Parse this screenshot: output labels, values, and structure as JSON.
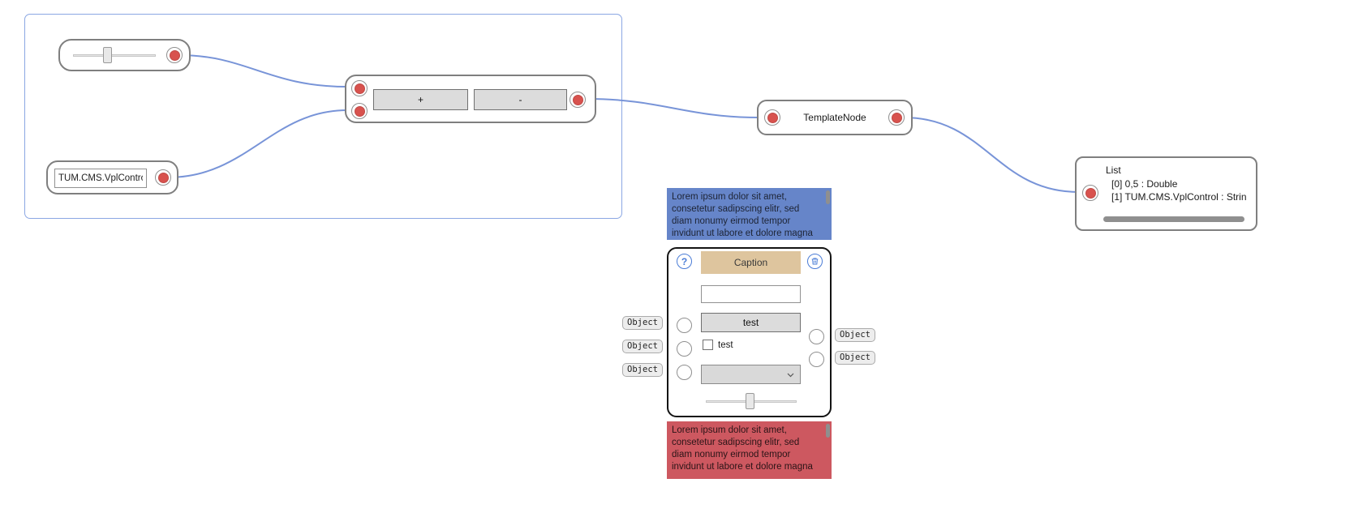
{
  "colors": {
    "wire": "#7894d8",
    "port_red": "#d8524e",
    "node_border": "#7f7f7f",
    "caption_bar_tan": "#dec59e",
    "comment_blue_bg": "#6685c9",
    "comment_red_bg": "#cd5860",
    "region_border": "#8ba7e3",
    "icon_blue": "#4a7cd6"
  },
  "nodes": {
    "slider_node": {
      "value_pct": 40
    },
    "string_node": {
      "value": "TUM.CMS.VplControl"
    },
    "math_node": {
      "plus": "+",
      "minus": "-"
    },
    "template_node": {
      "label": "TemplateNode"
    },
    "list_node": {
      "title": "List",
      "items": [
        "[0] 0,5 : Double",
        "[1] TUM.CMS.VplControl : Strin"
      ]
    },
    "caption_node": {
      "help": "?",
      "caption": "Caption",
      "text_input": "",
      "button": "test",
      "checkbox_label": "test",
      "combobox_value": "",
      "slider_pct": 50,
      "left_ports": [
        "Object",
        "Object",
        "Object"
      ],
      "right_ports": [
        "Object",
        "Object"
      ]
    }
  },
  "comments": {
    "blue": {
      "lines": [
        "Lorem ipsum dolor sit amet,",
        "consetetur sadipscing elitr, sed",
        "diam nonumy eirmod tempor",
        "invidunt ut labore et dolore magna"
      ]
    },
    "red": {
      "lines": [
        "Lorem ipsum dolor sit amet,",
        "consetetur sadipscing elitr, sed",
        "diam nonumy eirmod tempor",
        "invidunt ut labore et dolore magna"
      ]
    }
  }
}
